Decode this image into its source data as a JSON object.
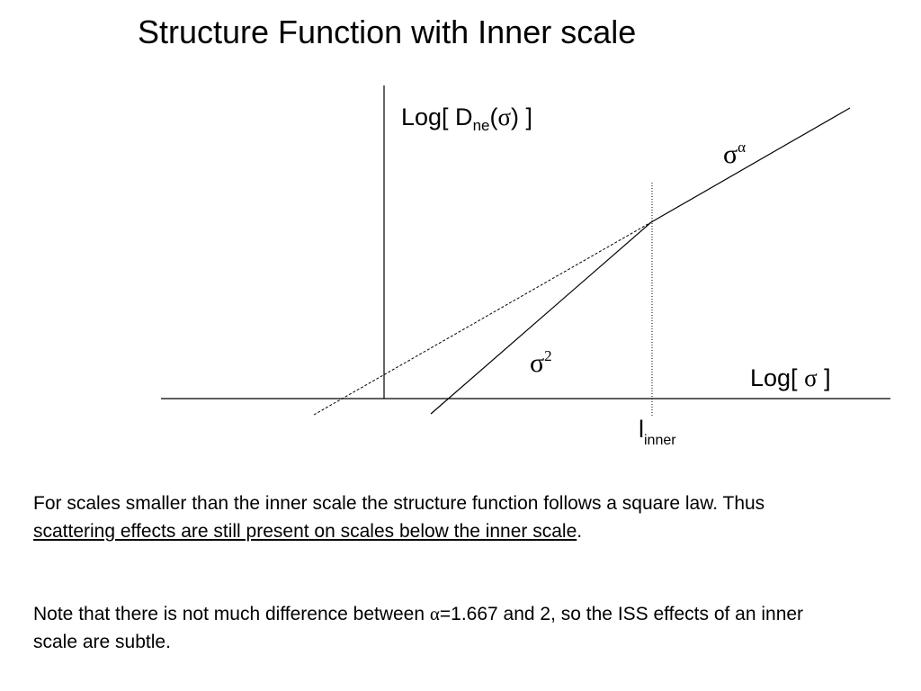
{
  "title": "Structure Function with Inner scale",
  "diagram": {
    "y_axis_label": {
      "prefix": "Log[ D",
      "subscript": "ne",
      "open": "(",
      "symbol": "σ",
      "close": ") ]"
    },
    "x_axis_label": {
      "prefix": "Log[ ",
      "symbol": "σ",
      "suffix": " ]"
    },
    "upper_slope_label": {
      "base": "σ",
      "exponent": "α"
    },
    "lower_slope_label": {
      "base": "σ",
      "exponent": "2"
    },
    "inner_scale_label": {
      "base": "l",
      "subscript": "inner"
    }
  },
  "paragraph1": {
    "text_before": "For scales smaller than the inner scale the structure function follows a square law.  Thus ",
    "underlined": "scattering effects are still present on scales below the inner scale",
    "text_after": "."
  },
  "paragraph2": {
    "text_before": "Note that there is not much difference between ",
    "alpha_symbol": "α",
    "text_after": "=1.667 and 2, so the ISS effects of an inner scale are subtle."
  }
}
